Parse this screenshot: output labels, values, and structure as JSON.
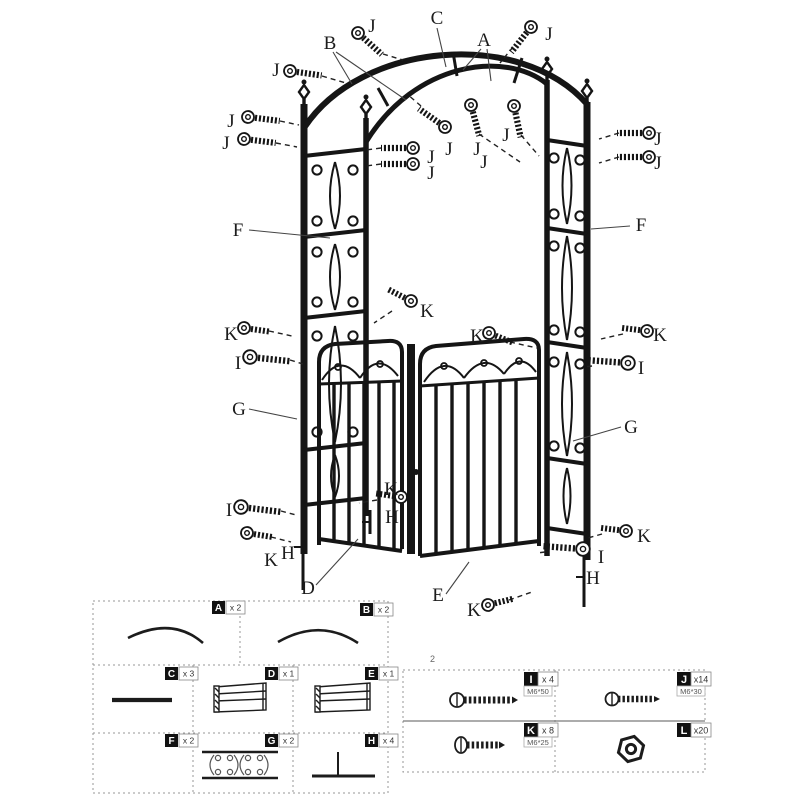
{
  "colors": {
    "ink": "#151515",
    "table_border": "#979797",
    "divider": "#7a7a7a"
  },
  "diagram": {
    "callouts": [
      {
        "letter": "C"
      },
      {
        "letter": "B"
      },
      {
        "letter": "A"
      },
      {
        "letter": "J"
      },
      {
        "letter": "J"
      },
      {
        "letter": "J"
      },
      {
        "letter": "J"
      },
      {
        "letter": "J"
      },
      {
        "letter": "J"
      },
      {
        "letter": "J"
      },
      {
        "letter": "J"
      },
      {
        "letter": "J"
      },
      {
        "letter": "J"
      },
      {
        "letter": "J"
      },
      {
        "letter": "J"
      },
      {
        "letter": "J"
      },
      {
        "letter": "F"
      },
      {
        "letter": "F"
      },
      {
        "letter": "K"
      },
      {
        "letter": "K"
      },
      {
        "letter": "I"
      },
      {
        "letter": "K"
      },
      {
        "letter": "K"
      },
      {
        "letter": "I"
      },
      {
        "letter": "G"
      },
      {
        "letter": "G"
      },
      {
        "letter": "K"
      },
      {
        "letter": "H"
      },
      {
        "letter": "I"
      },
      {
        "letter": "K"
      },
      {
        "letter": "H"
      },
      {
        "letter": "D"
      },
      {
        "letter": "E"
      },
      {
        "letter": "K"
      },
      {
        "letter": "I"
      },
      {
        "letter": "H"
      },
      {
        "letter": "K"
      }
    ]
  },
  "parts_table": {
    "cells": [
      {
        "letter": "A",
        "qty": "x 2"
      },
      {
        "letter": "B",
        "qty": "x 2"
      },
      {
        "letter": "C",
        "qty": "x 3"
      },
      {
        "letter": "D",
        "qty": "x 1"
      },
      {
        "letter": "E",
        "qty": "x 1"
      },
      {
        "letter": "F",
        "qty": "x 2"
      },
      {
        "letter": "G",
        "qty": "x 2"
      },
      {
        "letter": "H",
        "qty": "x 4"
      }
    ]
  },
  "hardware_table": {
    "items": [
      {
        "letter": "I",
        "qty": "x 4",
        "size": "M6*50"
      },
      {
        "letter": "J",
        "qty": "x14",
        "size": "M6*30"
      },
      {
        "letter": "K",
        "qty": "x 8",
        "size": "M6*25"
      },
      {
        "letter": "L",
        "qty": "x20",
        "size": ""
      }
    ]
  },
  "stray_mark": "2"
}
